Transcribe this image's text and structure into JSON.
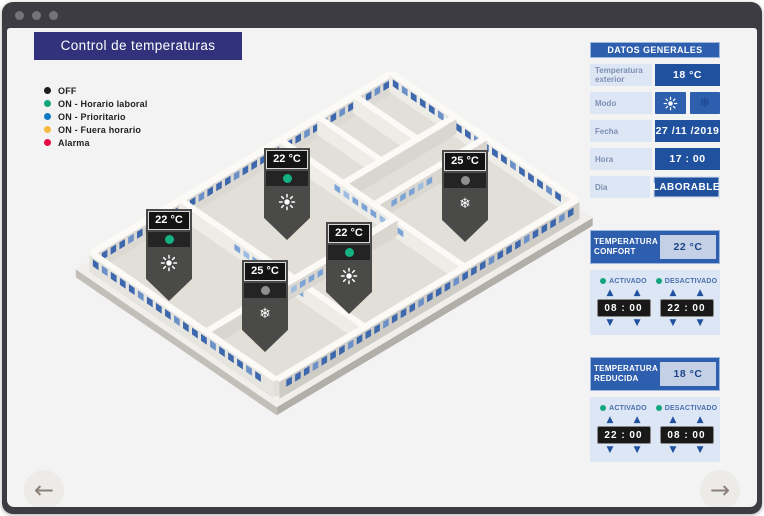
{
  "page_title": "Control de temperaturas",
  "legend": {
    "items": [
      {
        "label": "OFF",
        "color": "#1d1d1b"
      },
      {
        "label": "ON - Horario laboral",
        "color": "#13a57c"
      },
      {
        "label": "ON - Prioritario",
        "color": "#0e7ac4"
      },
      {
        "label": "ON - Fuera horario",
        "color": "#f6b940"
      },
      {
        "label": "Alarma",
        "color": "#e40d44"
      }
    ]
  },
  "floorplan": {
    "thermostats": [
      {
        "temp": "22 °C",
        "status": "on",
        "mode": "sun"
      },
      {
        "temp": "22 °C",
        "status": "on",
        "mode": "sun"
      },
      {
        "temp": "22 °C",
        "status": "on",
        "mode": "sun"
      },
      {
        "temp": "25 °C",
        "status": "off",
        "mode": "snow"
      },
      {
        "temp": "25 °C",
        "status": "off",
        "mode": "snow"
      }
    ],
    "status_colors": {
      "on": "#14b183",
      "off": "#8f8f8f"
    }
  },
  "general": {
    "header": "DATOS GENERALES",
    "exterior_label": "Temperatura exterior",
    "exterior_value": "18  °C",
    "modo_label": "Modo",
    "modo_active": "sun",
    "fecha_label": "Fecha",
    "fecha_value": "27 /11 /2019",
    "hora_label": "Hora",
    "hora_value": "17 : 00",
    "dia_label": "Dia",
    "dia_value": "LABORABLE"
  },
  "confort": {
    "line1": "TEMPERATURA",
    "line2": "CONFORT",
    "value": "22 °C",
    "on_label": "ACTIVADO",
    "off_label": "DESACTIVADO",
    "on_time": "08 : 00",
    "off_time": "22 : 00"
  },
  "reducida": {
    "line1": "TEMPERATURA",
    "line2": "REDUCIDA",
    "value": "18 °C",
    "on_label": "ACTIVADO",
    "off_label": "DESACTIVADO",
    "on_time": "22 : 00",
    "off_time": "08 : 00"
  },
  "colors": {
    "accent_blue": "#2e5fae",
    "value_blue": "#20519f",
    "panel_light_blue": "#dde6f4",
    "title_indigo": "#31317c",
    "window_frame": "#3e3c43"
  }
}
